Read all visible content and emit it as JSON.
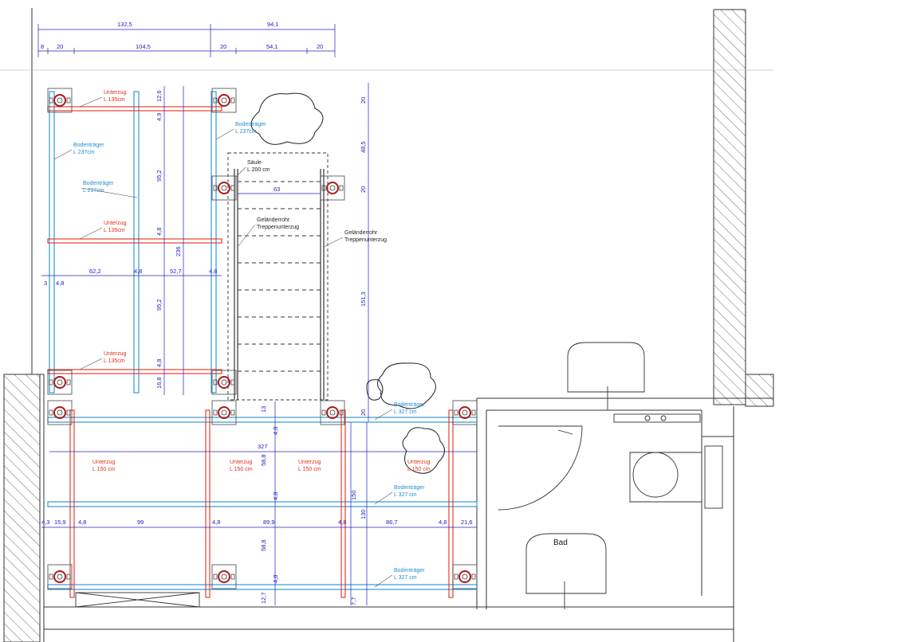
{
  "dimensions": {
    "top_overall": [
      "132,5",
      "94,1"
    ],
    "top_detail": [
      "8",
      "20",
      "104,5",
      "20",
      "54,1",
      "20"
    ],
    "v_left_span": [
      "12,6",
      "4,9",
      "95,2",
      "4,8",
      "95,2",
      "4,8",
      "16,8"
    ],
    "v_236": "236",
    "h_upper": [
      "3",
      "4,8",
      "62,2",
      "4,8",
      "52,7",
      "4,8"
    ],
    "stair_width": "63",
    "v_right_stair": [
      "20",
      "48,5",
      "20",
      "151,3",
      "20"
    ],
    "lower_width": "327",
    "v_lower": [
      "13",
      "4,8",
      "58,8",
      "4,8",
      "58,8",
      "4,8",
      "12,7"
    ],
    "h_lower": [
      "4,3",
      "15,9",
      "4,8",
      "99",
      "4,8",
      "89,9",
      "4,8",
      "86,7",
      "4,8",
      "21,6"
    ],
    "v_lower_right": [
      "150",
      "130",
      "7,7"
    ]
  },
  "labels": {
    "unterzug": "Unterzug",
    "bodentraeger": "Bodenträger",
    "l135": "L 135cm",
    "l150": "L 150 cm",
    "l237": "L 237cm",
    "l327": "L 327 cm",
    "saeule": "Säule",
    "saeule_len": "L 200 cm",
    "gelaenderrohr": "Geländerrohr",
    "treppenunterzug": "Treppenunterzug",
    "bad": "Bad"
  },
  "colors": {
    "dimension": "#2020c8",
    "bodentraeger": "#1f8fd0",
    "unterzug": "#e0301e",
    "wall": "#333333",
    "post": "#b01818"
  }
}
